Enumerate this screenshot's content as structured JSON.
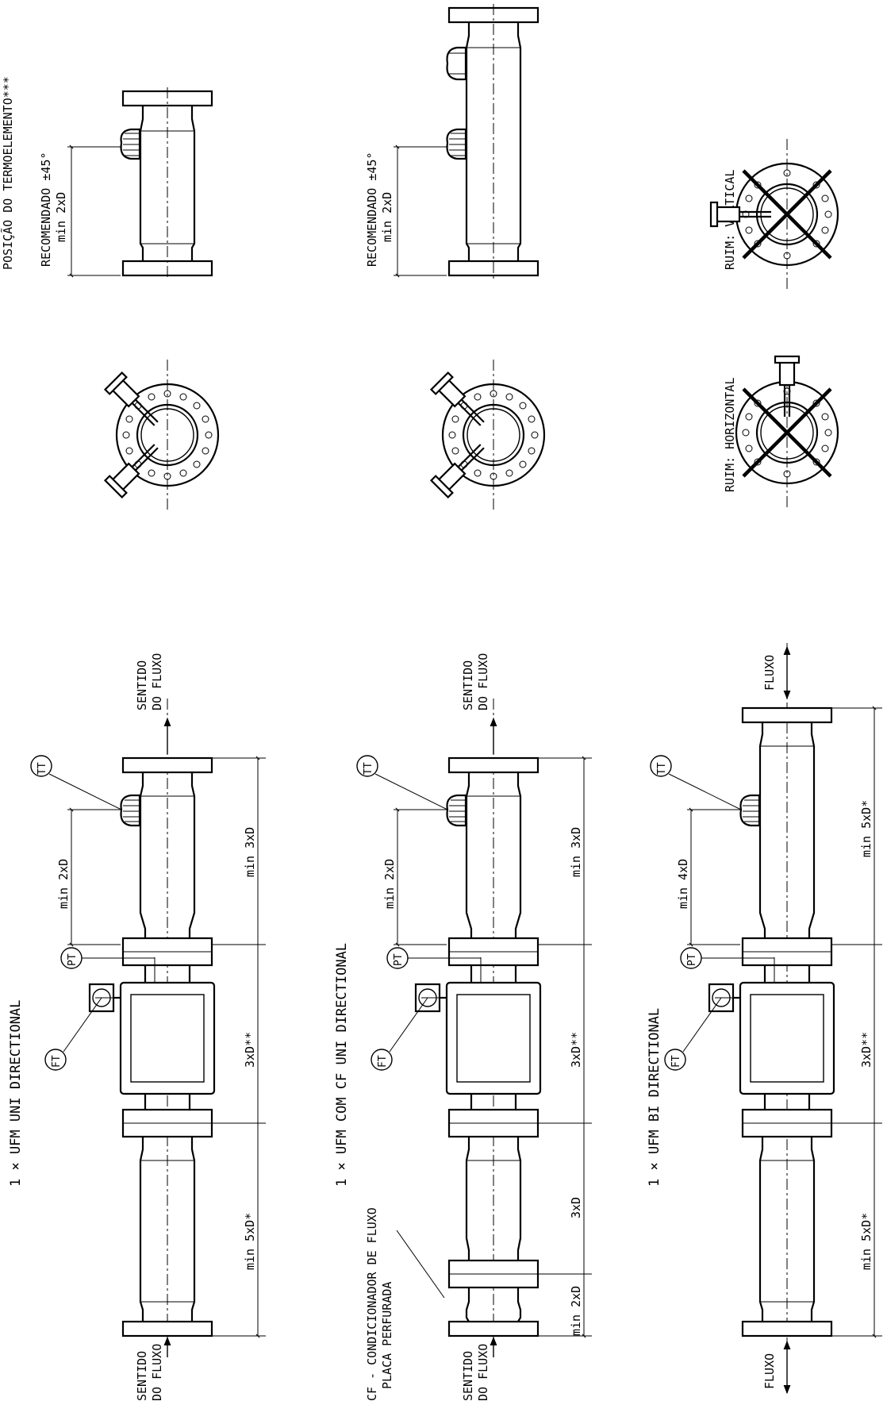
{
  "top_views": {
    "view1": {
      "title": "POSIÇÃO DO TERMOELEMENTO***",
      "recommended": "RECOMENDADO ±45°",
      "min": "min 2xD"
    },
    "view2": {
      "recommended": "RECOMENDADO ±45°",
      "min": "min 2xD"
    },
    "bad_horizontal": "RUIM: HORIZONTAL",
    "bad_vertical": "RUIM: VERTICAL"
  },
  "row1": {
    "title": "1 × UFM UNI DIRECTIONAL",
    "tt": "TT",
    "pt": "PT",
    "ft": "FT",
    "flow_out": [
      "SENTIDO",
      "DO FLUXO"
    ],
    "flow_in": [
      "SENTIDO",
      "DO FLUXO"
    ],
    "dim_tt": "min 2xD",
    "dim_down": "min 3xD",
    "dim_meter": "3xD**",
    "dim_up": "min 5xD*"
  },
  "row2": {
    "title": "1 × UFM COM CF UNI DIRECTIONAL",
    "cf_label": [
      "CF - CONDICIONADOR DE FLUXO",
      "PLACA PERFURADA"
    ],
    "tt": "TT",
    "pt": "PT",
    "ft": "FT",
    "flow_out": [
      "SENTIDO",
      "DO FLUXO"
    ],
    "flow_in": [
      "SENTIDO",
      "DO FLUXO"
    ],
    "dim_tt": "min 2xD",
    "dim_down": "min 3xD",
    "dim_meter": "3xD**",
    "dim_cf": "3xD",
    "dim_up": "min 2xD"
  },
  "row3": {
    "title": "1 × UFM BI DIRECTIONAL",
    "tt": "TT",
    "pt": "PT",
    "ft": "FT",
    "flow_top": "FLUXO",
    "flow_bottom": "FLUXO",
    "dim_tt": "min 4xD",
    "dim_down": "min 5xD*",
    "dim_meter": "3xD**",
    "dim_up": "min 5xD*"
  }
}
